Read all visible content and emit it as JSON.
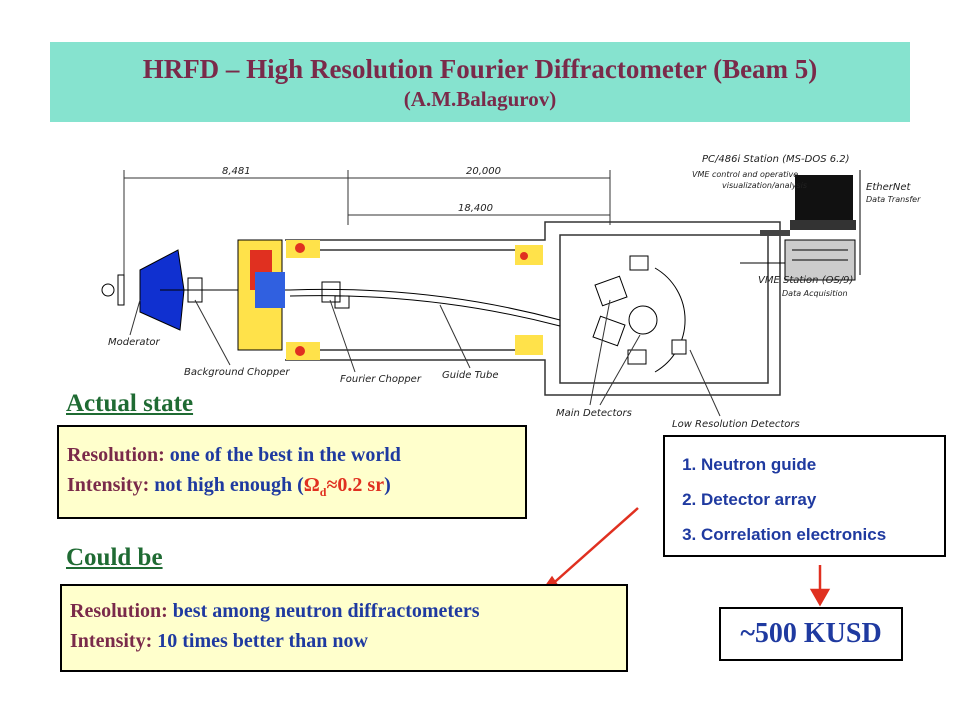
{
  "title": {
    "main": "HRFD – High Resolution Fourier Diffractometer (Beam 5)",
    "sub": "(A.M.Balagurov)"
  },
  "diagram": {
    "dim_total": "8,481",
    "dim_flight": "20,000",
    "dim_fourier": "18,400",
    "station_pc": "PC/486i Station (MS-DOS 6.2)",
    "vme_control_1": "VME control and operative",
    "vme_control_2": "visualization/analysis",
    "ethernet": "EtherNet",
    "data_transfer": "Data Transfer",
    "vme_station": "VME Station (OS/9)",
    "data_acq": "Data Acquisition",
    "moderator": "Moderator",
    "background_chopper": "Background Chopper",
    "fourier_chopper": "Fourier Chopper",
    "guide_tube": "Guide Tube",
    "main_detectors": "Main Detectors",
    "low_res_detectors": "Low Resolution Detectors"
  },
  "actual": {
    "heading": "Actual state",
    "res_label": "Resolution:",
    "res_value": "one of the best in the world",
    "int_label": "Intensity:",
    "int_value": "not high enough (",
    "omega": "Ω",
    "omega_sub": "d",
    "int_tail": "≈0.2 sr",
    "close_paren": ")"
  },
  "could": {
    "heading": "Could be",
    "res_label": "Resolution:",
    "res_value": "best among neutron diffractometers",
    "int_label": "Intensity:",
    "int_value": "10 times better than now"
  },
  "list": {
    "items": [
      "Neutron guide",
      "Detector array",
      "Correlation electronics"
    ]
  },
  "cost": "~500 KUSD",
  "colors": {
    "title_bg": "#86e3cf",
    "box_bg": "#ffffcc",
    "heading": "#1f6b33",
    "label": "#7a2a4a",
    "value": "#1f3aa0",
    "arrow": "#e03020"
  }
}
